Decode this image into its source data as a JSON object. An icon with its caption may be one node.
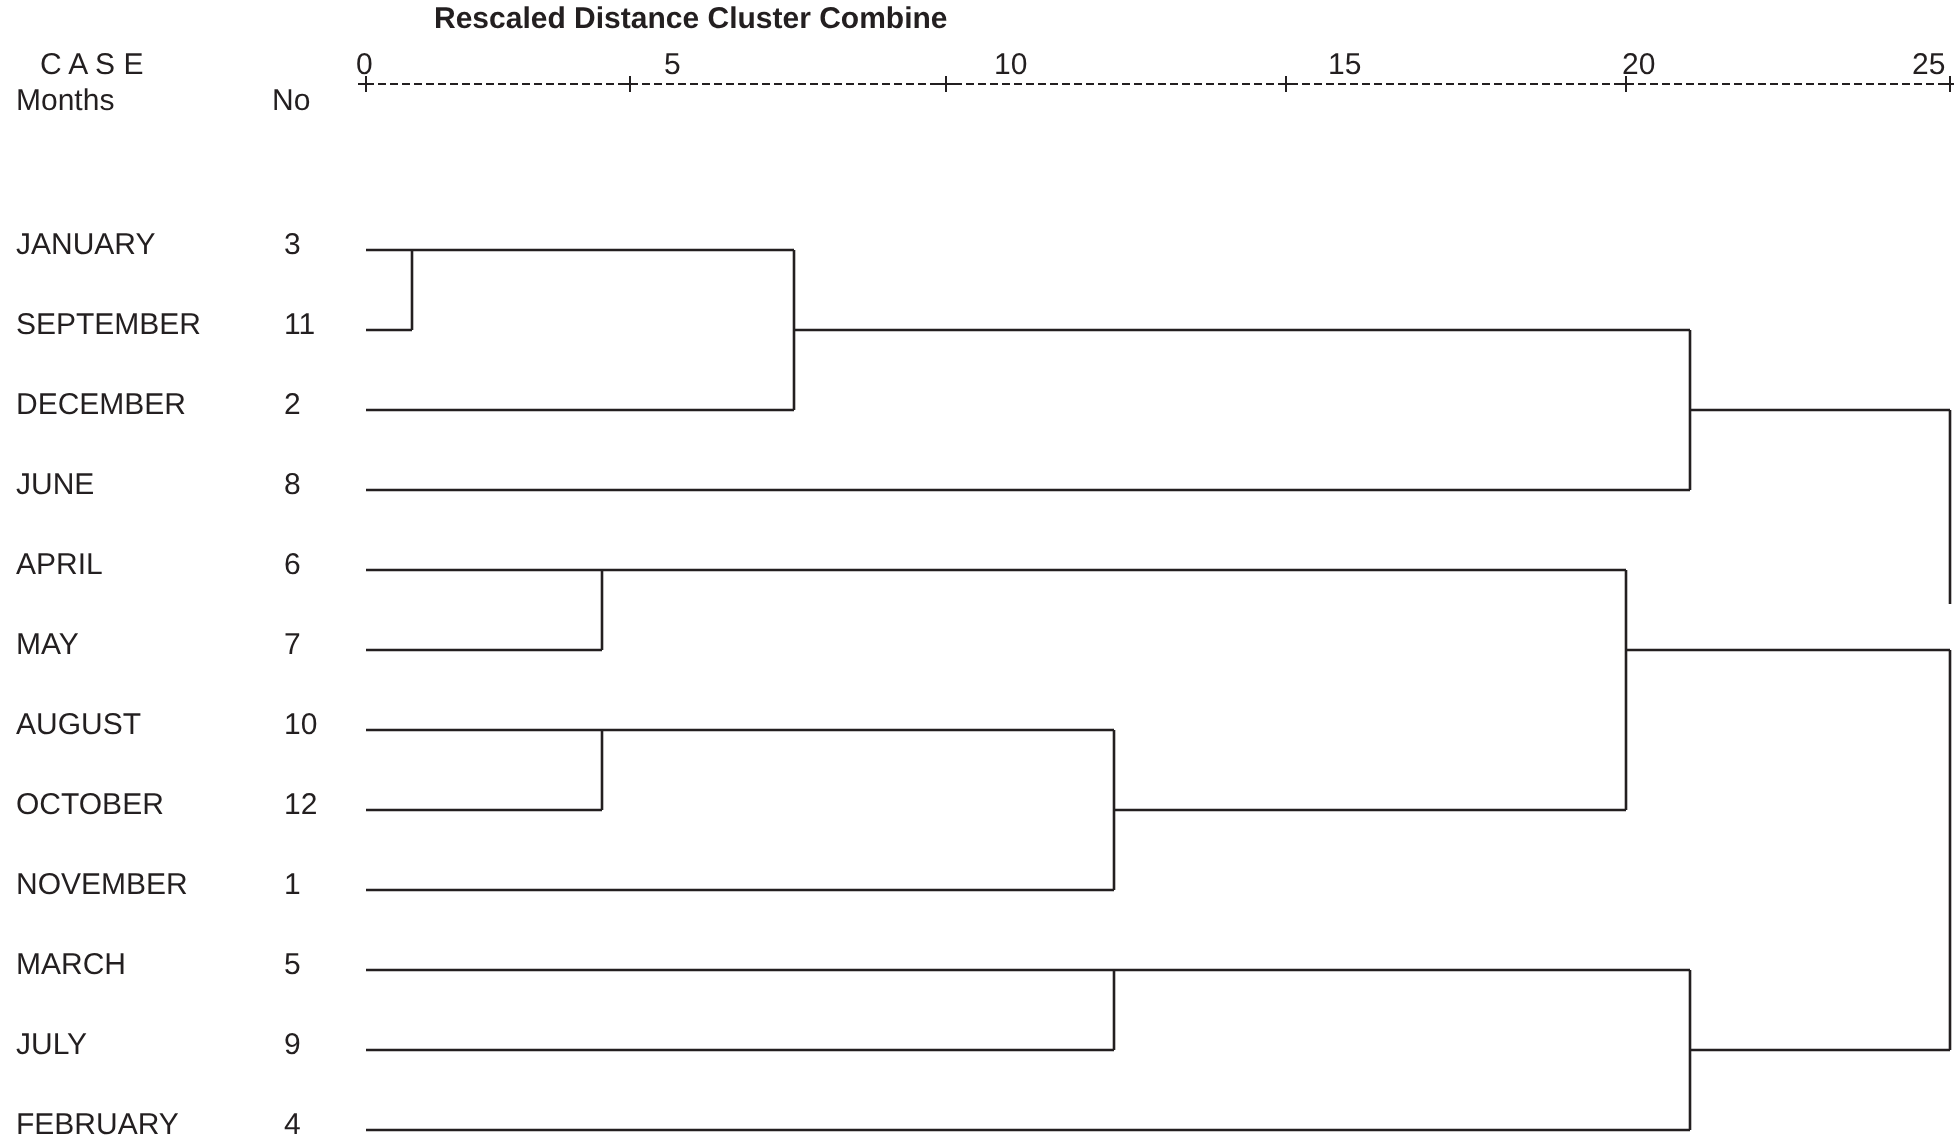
{
  "diagram": {
    "title": "Rescaled Distance Cluster Combine",
    "labels": [
      "C A S E",
      "0",
      "5",
      "10",
      "15",
      "20",
      "25",
      "Months",
      "No",
      "JANUARY",
      "3",
      "SEPTEMBER",
      "11",
      "DECEMBER",
      "2",
      "JUNE",
      "8",
      "APRIL",
      "6",
      "MAY",
      "7",
      "AUGUST",
      "10",
      "OCTOBER",
      "12",
      "NOVEMBER",
      "1",
      "MARCH",
      "5",
      "JULY",
      "9",
      "FEBRUARY",
      "4"
    ]
  }
}
